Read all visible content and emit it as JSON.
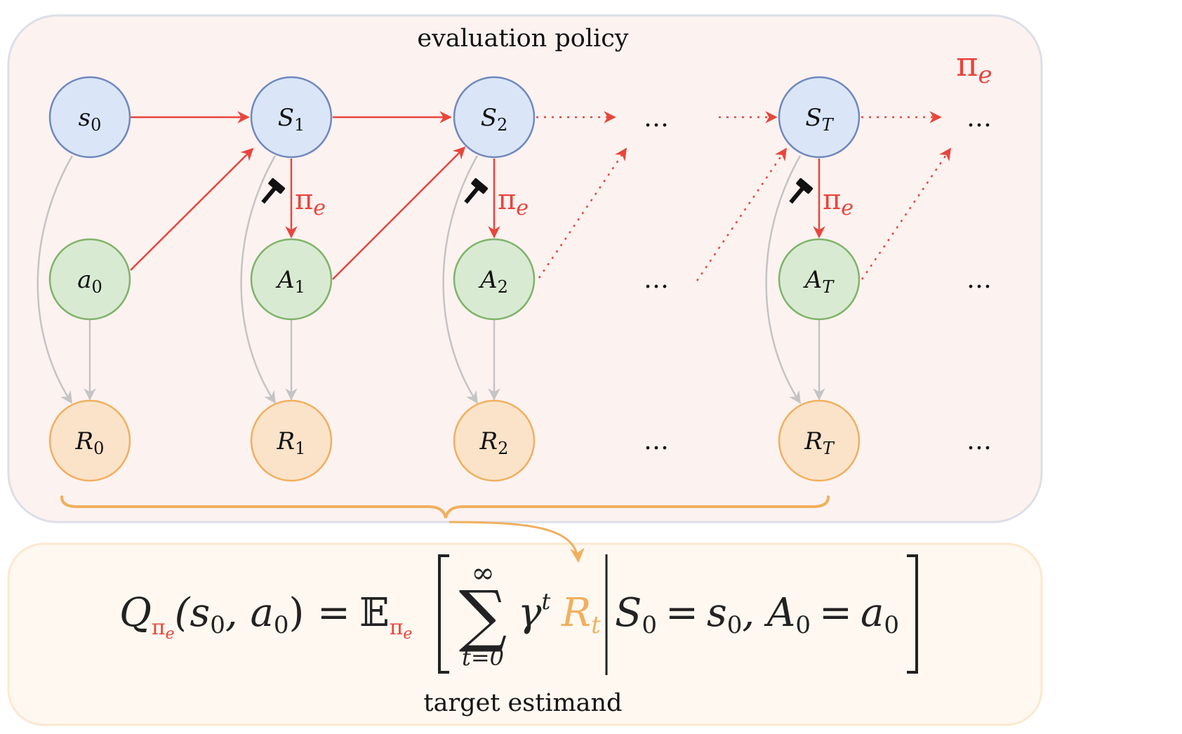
{
  "title": "evaluation policy",
  "policy_label": {
    "symbol": "π",
    "subscript": "e"
  },
  "edge_policy_label": {
    "symbol": "π",
    "subscript": "e"
  },
  "colors": {
    "red": "#e8453c",
    "state_fill": "#dae6f8",
    "state_stroke": "#7088bd",
    "action_fill": "#d9ead3",
    "action_stroke": "#7fb36a",
    "reward_fill": "#fbe3c9",
    "reward_stroke": "#f0b05f",
    "gray_arrow": "#c4c4c4",
    "panel_fill": "#fcf2f0",
    "panel_stroke": "#dcdfe8",
    "bottom_fill": "#fef8f0",
    "bottom_stroke": "#fde8cf",
    "brace": "#f0b05f"
  },
  "nodes": {
    "states": [
      {
        "id": "s0",
        "base": "s",
        "sub": "0"
      },
      {
        "id": "S1",
        "base": "S",
        "sub": "1"
      },
      {
        "id": "S2",
        "base": "S",
        "sub": "2"
      },
      {
        "id": "ST",
        "base": "S",
        "sub": "T"
      }
    ],
    "actions": [
      {
        "id": "a0",
        "base": "a",
        "sub": "0"
      },
      {
        "id": "A1",
        "base": "A",
        "sub": "1"
      },
      {
        "id": "A2",
        "base": "A",
        "sub": "2"
      },
      {
        "id": "AT",
        "base": "A",
        "sub": "T"
      }
    ],
    "rewards": [
      {
        "id": "R0",
        "base": "R",
        "sub": "0"
      },
      {
        "id": "R1",
        "base": "R",
        "sub": "1"
      },
      {
        "id": "R2",
        "base": "R",
        "sub": "2"
      },
      {
        "id": "RT",
        "base": "R",
        "sub": "T"
      }
    ]
  },
  "ellipsis": "…",
  "formula": {
    "lhs_Q": "Q",
    "lhs_sub": "π",
    "lhs_sub_sub": "e",
    "lhs_args": "(s",
    "lhs_s_sub": "0",
    "lhs_comma_a": ", a",
    "lhs_a_sub": "0",
    "lhs_close": ")",
    "equals": "=",
    "expect": "𝔼",
    "expect_sub": "π",
    "expect_sub_sub": "e",
    "sum_symbol": "∑",
    "sum_upper": "∞",
    "sum_lower": "t=0",
    "gamma": "γ",
    "gamma_exp": "t",
    "reward": "R",
    "reward_sub": "t",
    "cond_S": "S",
    "cond_S_sub": "0",
    "cond_eq1": "=",
    "cond_s": "s",
    "cond_s_sub": "0",
    "cond_comma_A": ", A",
    "cond_A_sub": "0",
    "cond_eq2": "=",
    "cond_a": "a",
    "cond_a_sub": "0"
  },
  "bottom_label": "target estimand"
}
